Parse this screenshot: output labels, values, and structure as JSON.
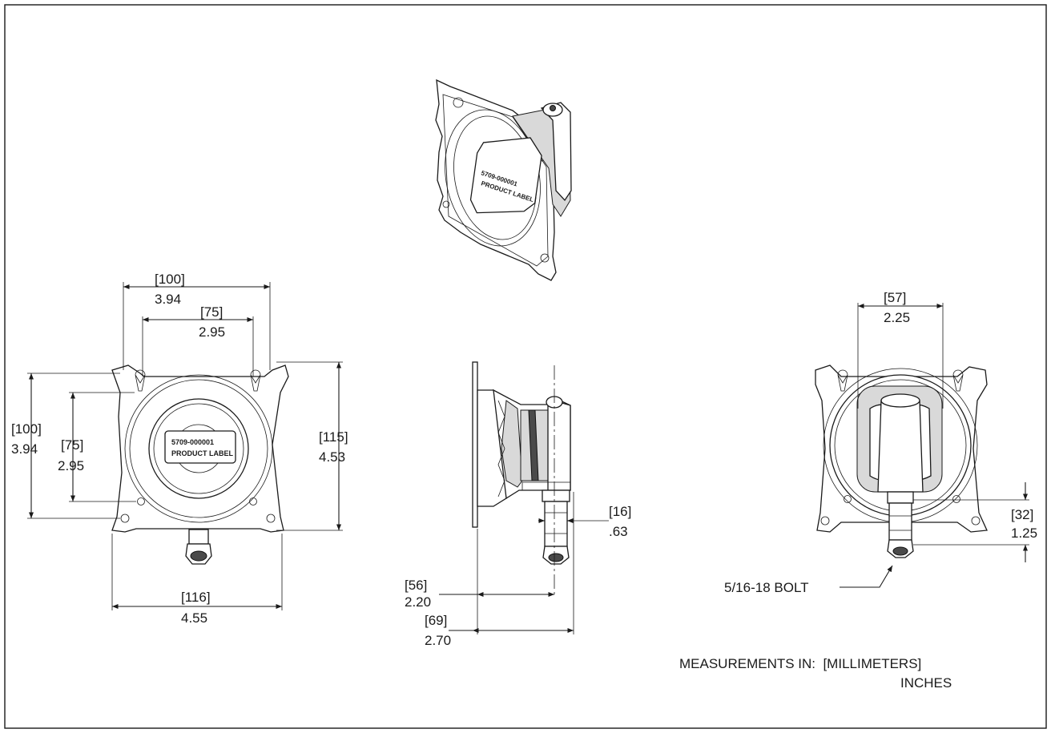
{
  "dimensions": {
    "front": {
      "width_outer_mm": "[100]",
      "width_outer_in": "3.94",
      "width_inner_mm": "[75]",
      "width_inner_in": "2.95",
      "height_outer_mm": "[100]",
      "height_outer_in": "3.94",
      "height_inner_mm": "[75]",
      "height_inner_in": "2.95",
      "height_plate_mm": "[115]",
      "height_plate_in": "4.53",
      "width_plate_mm": "[116]",
      "width_plate_in": "4.55",
      "label_line1": "5709-000001",
      "label_line2": "PRODUCT LABEL"
    },
    "side": {
      "stem_mm": "[16]",
      "stem_in": ".63",
      "depth_mm": "[56]",
      "depth_in": "2.20",
      "overall_mm": "[69]",
      "overall_in": "2.70"
    },
    "back": {
      "handle_mm": "[57]",
      "handle_in": "2.25",
      "stem_mm": "[32]",
      "stem_in": "1.25",
      "bolt_callout": "5/16-18 BOLT"
    }
  },
  "iso": {
    "label_line1": "5709-000001",
    "label_line2": "PRODUCT LABEL"
  },
  "units_note": {
    "line1": "MEASUREMENTS IN:  [MILLIMETERS]",
    "line2": "INCHES"
  }
}
